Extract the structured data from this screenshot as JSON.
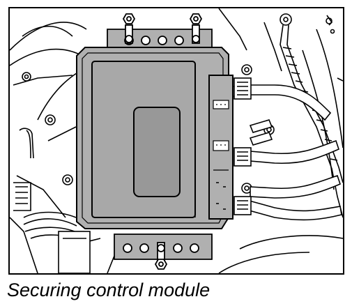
{
  "caption": "Securing control module",
  "colors": {
    "module_fill": "#b0b0b0",
    "panel_fill": "#a8a8a8",
    "label_fill": "#989898",
    "line": "#000000",
    "background": "#ffffff"
  },
  "parts": {
    "module": "control-module",
    "bolts": [
      "top-left-bolt",
      "top-right-bolt",
      "bottom-bolt"
    ],
    "connectors": 3,
    "harness": "wiring-harness",
    "ground_cable": "ground-cable"
  }
}
